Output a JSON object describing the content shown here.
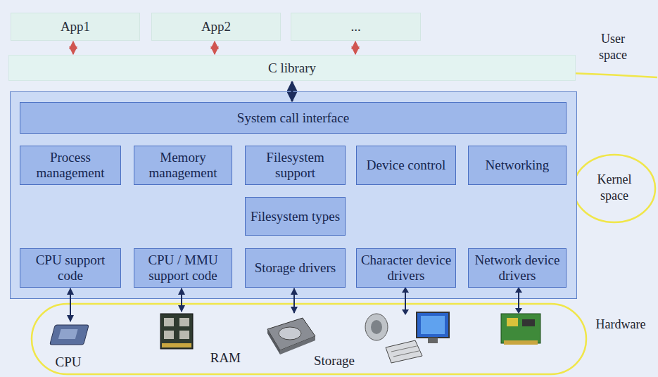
{
  "diagram": {
    "nodes": [
      {
        "text": [
          "App1"
        ]
      },
      {
        "text": [
          "App2"
        ]
      },
      {
        "text": [
          "..."
        ]
      },
      {
        "text": [
          "C library"
        ]
      },
      {
        "text": [
          "System call interface"
        ]
      },
      {
        "text": [
          "Process management"
        ]
      },
      {
        "text": [
          "Memory management"
        ]
      },
      {
        "text": [
          "Filesystem support"
        ]
      },
      {
        "text": [
          "Device control"
        ]
      },
      {
        "text": [
          "Networking"
        ]
      },
      {
        "text": [
          "Filesystem types"
        ]
      },
      {
        "text": [
          "CPU support code"
        ]
      },
      {
        "text": [
          "CPU / MMU support code"
        ]
      },
      {
        "text": [
          "Storage drivers"
        ]
      },
      {
        "text": [
          "Character device drivers"
        ]
      },
      {
        "text": [
          "Network device drivers"
        ]
      },
      {
        "text": [
          "CPU"
        ]
      },
      {
        "text": [
          "RAM"
        ]
      },
      {
        "text": [
          "Storage"
        ]
      }
    ],
    "edges": [
      {
        "from": 0,
        "to": 3,
        "arrow": "both"
      },
      {
        "from": 1,
        "to": 3,
        "arrow": "both"
      },
      {
        "from": 2,
        "to": 3,
        "arrow": "both"
      },
      {
        "from": 3,
        "to": 4,
        "arrow": "both"
      },
      {
        "from": 11,
        "to": 16,
        "arrow": "both"
      },
      {
        "from": 12,
        "to": 17,
        "arrow": "both"
      },
      {
        "from": 13,
        "to": 18,
        "arrow": "both"
      }
    ],
    "labels": [
      "User space",
      "Kernel space",
      "Hardware"
    ]
  }
}
